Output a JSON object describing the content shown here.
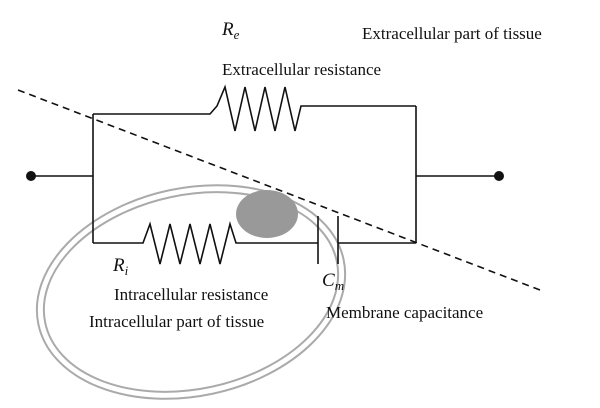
{
  "colors": {
    "wire": "#111111",
    "cell_outline": "#aaaaaa",
    "nucleus": "#999999"
  },
  "symbols": {
    "Re": {
      "base": "R",
      "sub": "e"
    },
    "Ri": {
      "base": "R",
      "sub": "i"
    },
    "Cm": {
      "base": "C",
      "sub": "m"
    }
  },
  "labels": {
    "extracellular_part": "Extracellular part of tissue",
    "extracellular_resistance": "Extracellular resistance",
    "intracellular_resistance": "Intracellular resistance",
    "intracellular_part": "Intracellular part of tissue",
    "membrane_capacitance": "Membrane capacitance"
  }
}
